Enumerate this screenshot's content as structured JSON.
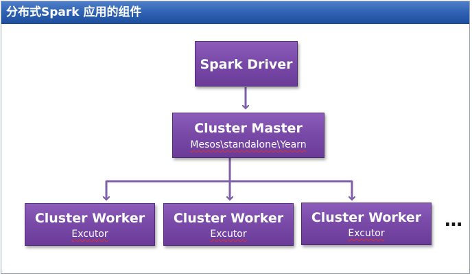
{
  "title": "分布式Spark 应用的组件",
  "nodes": {
    "driver": {
      "label": "Spark Driver"
    },
    "master": {
      "label": "Cluster Master",
      "sub": "Mesos\\standalone\\Yearn"
    },
    "workers": [
      {
        "label": "Cluster Worker",
        "sub": "Excutor"
      },
      {
        "label": "Cluster Worker",
        "sub": "Excutor"
      },
      {
        "label": "Cluster Worker",
        "sub": "Excutor"
      }
    ]
  },
  "more_indicator": "…",
  "colors": {
    "title_bar": "#2f62b3",
    "node_fill": "#7a4aa9",
    "connector": "#7f5fa8",
    "spell_underline": "#e0322b"
  }
}
